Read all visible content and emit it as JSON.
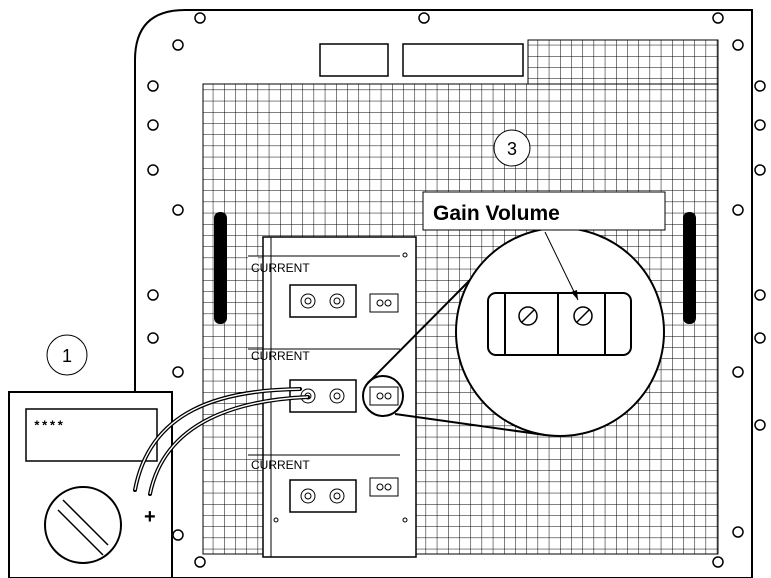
{
  "diagram": {
    "module_labels": [
      "CURRENT",
      "CURRENT",
      "CURRENT"
    ],
    "gain_label": "Gain Volume",
    "callouts": [
      "1",
      "3"
    ],
    "meter_display": "****",
    "meter_probe_sign": "+"
  },
  "colors": {
    "line": "#000000",
    "background": "#ffffff"
  }
}
